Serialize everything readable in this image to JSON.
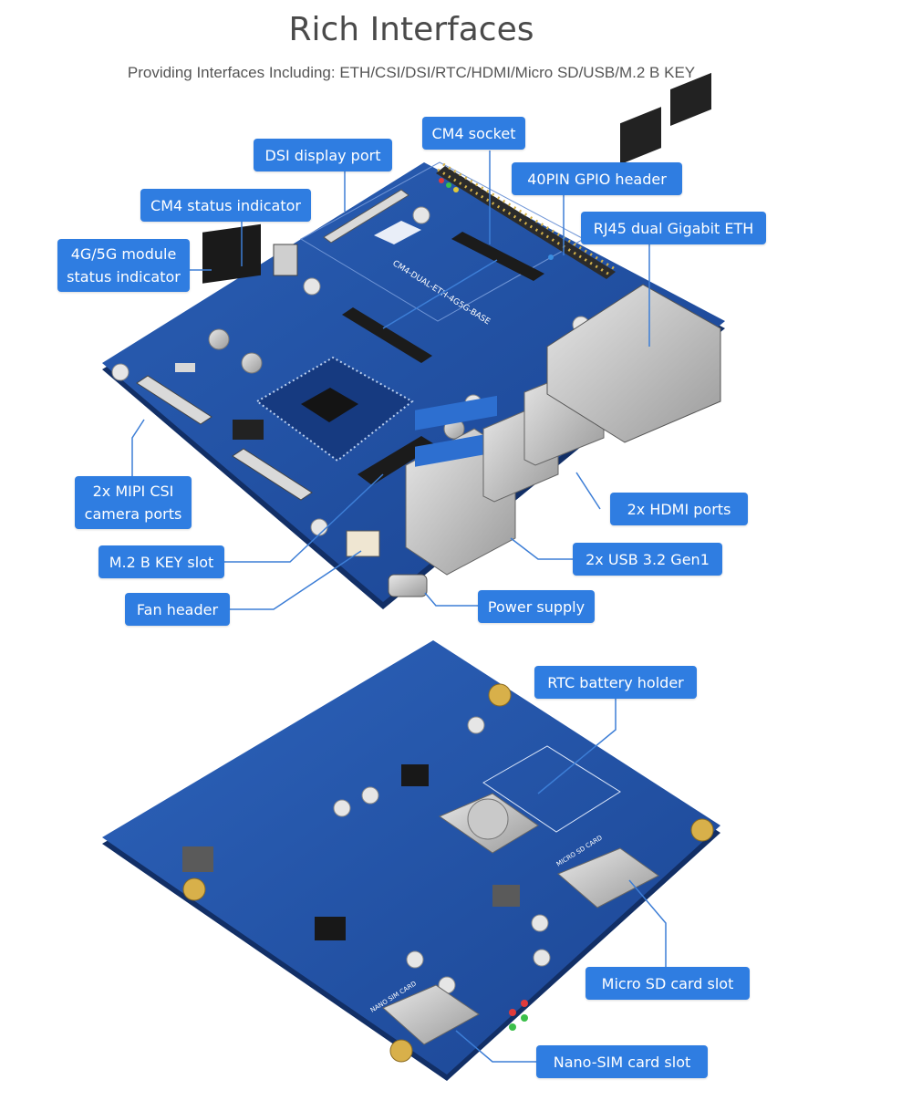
{
  "header": {
    "title": "Rich Interfaces",
    "subtitle": "Providing Interfaces Including: ETH/CSI/DSI/RTC/HDMI/Micro SD/USB/M.2 B KEY"
  },
  "board": {
    "top_silkscreen": "CM4-DUAL-ETH-4G5G-BASE",
    "bottom_silkscreen_sd": "MICRO SD CARD",
    "bottom_silkscreen_sim": "NANO SIM CARD"
  },
  "labels": {
    "dsi": "DSI display port",
    "cm4_socket": "CM4 socket",
    "gpio": "40PIN GPIO header",
    "cm4_status": "CM4 status indicator",
    "rj45": "RJ45 dual Gigabit ETH",
    "module_status_1": "4G/5G module",
    "module_status_2": "status indicator",
    "csi_1": "2x MIPI CSI",
    "csi_2": "camera ports",
    "hdmi": "2x HDMI ports",
    "m2": "M.2 B KEY slot",
    "usb": "2x USB 3.2 Gen1",
    "fan": "Fan header",
    "power": "Power supply",
    "rtc": "RTC battery holder",
    "microsd": "Micro SD card slot",
    "nanosim": "Nano-SIM card slot"
  },
  "colors": {
    "label_bg": "#2f7de1",
    "pcb": "#1f4fa0",
    "pcb_dark": "#16387a",
    "leader": "#3d7ed6"
  }
}
